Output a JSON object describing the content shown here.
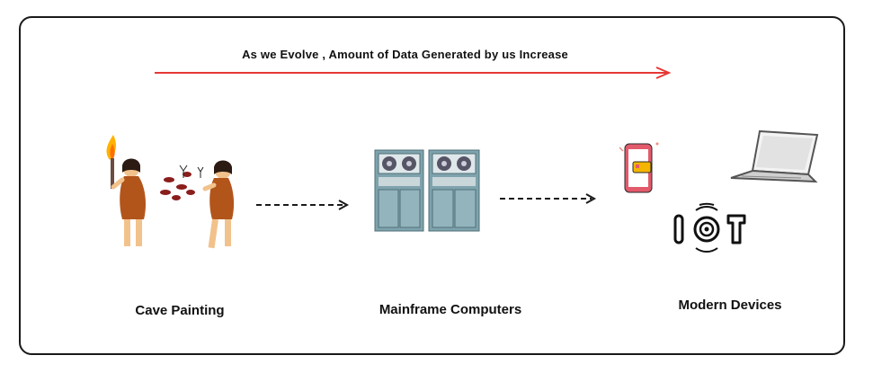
{
  "headline": "As  we Evolve , Amount of Data Generated by us Increase",
  "colors": {
    "arrow": "#e53935",
    "frame": "#1a1a1a",
    "skin": "#f2c28c",
    "hide": "#b2551b",
    "metal": "#7fa3ad"
  },
  "stages": [
    {
      "label": "Cave  Painting",
      "icon": "cave-people-icon"
    },
    {
      "label": "Mainframe Computers",
      "icon": "mainframe-icon"
    },
    {
      "label": "Modern Devices",
      "icon": "modern-devices-icon"
    }
  ],
  "iot_text": "IOT"
}
